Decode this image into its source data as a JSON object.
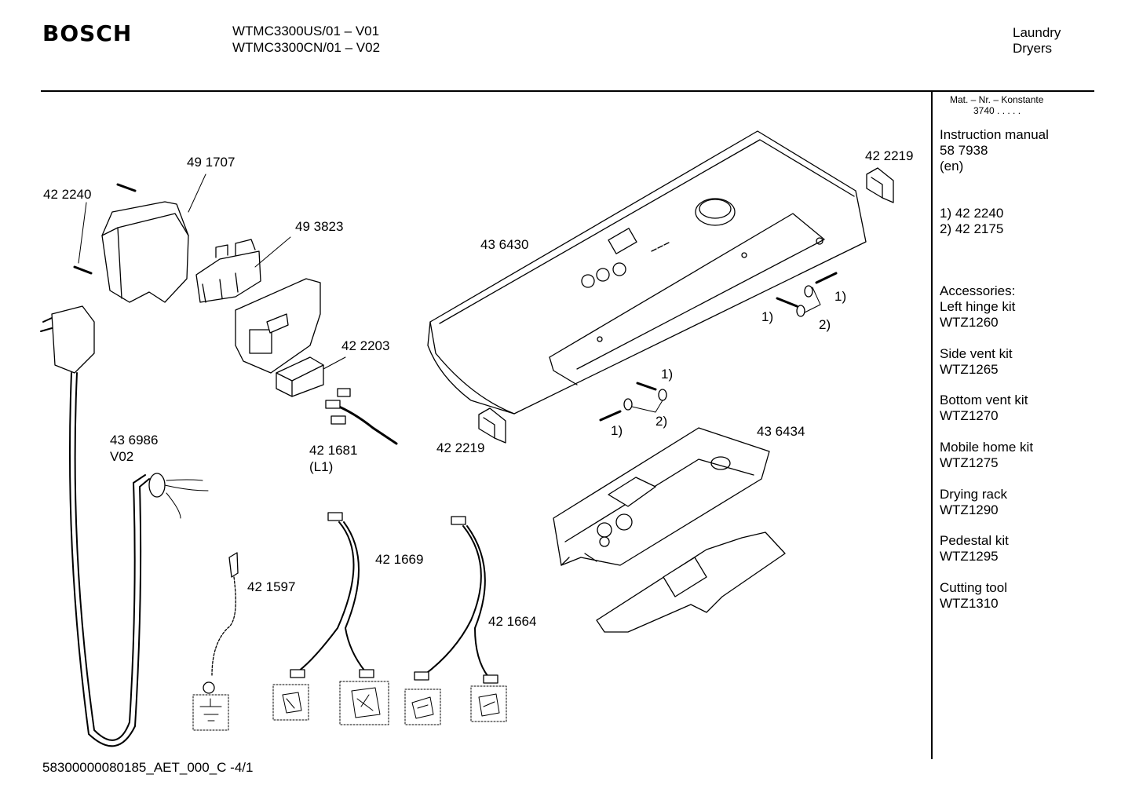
{
  "header": {
    "brand": "BOSCH",
    "models": [
      "WTMC3300US/01 – V01",
      "WTMC3300CN/01 – V02"
    ],
    "category": [
      "Laundry",
      "Dryers"
    ]
  },
  "sidebar": {
    "mat_label": "Mat. – Nr. – Konstante",
    "mat_value": "3740 .  .  .  .  .",
    "instruction": [
      "Instruction manual",
      "58 7938",
      "(en)"
    ],
    "notes": [
      "1) 42 2240",
      "2) 42 2175"
    ],
    "accessories": [
      [
        "Accessories:",
        "Left hinge kit",
        "WTZ1260"
      ],
      [
        "Side vent kit",
        "WTZ1265"
      ],
      [
        "Bottom vent kit",
        "WTZ1270"
      ],
      [
        "Mobile home kit",
        "WTZ1275"
      ],
      [
        "Drying rack",
        "WTZ1290"
      ],
      [
        "Pedestal kit",
        "WTZ1295"
      ],
      [
        "Cutting tool",
        "WTZ1310"
      ]
    ]
  },
  "parts": {
    "p491707": "49 1707",
    "p422240": "42 2240",
    "p493823": "49 3823",
    "p436430": "43 6430",
    "p422219a": "42 2219",
    "p422219b": "42 2219",
    "p422203": "42 2203",
    "p421681": [
      "42 1681",
      "(L1)"
    ],
    "p436986": [
      "43 6986",
      "V02"
    ],
    "p436434": "43 6434",
    "p421669": "42 1669",
    "p421597": "42 1597",
    "p421664": "42 1664",
    "n1a": "1)",
    "n1b": "1)",
    "n2a": "2)",
    "n1c": "1)",
    "n1d": "1)",
    "n2b": "2)"
  },
  "footer": "58300000080185_AET_000_C  -4/1"
}
